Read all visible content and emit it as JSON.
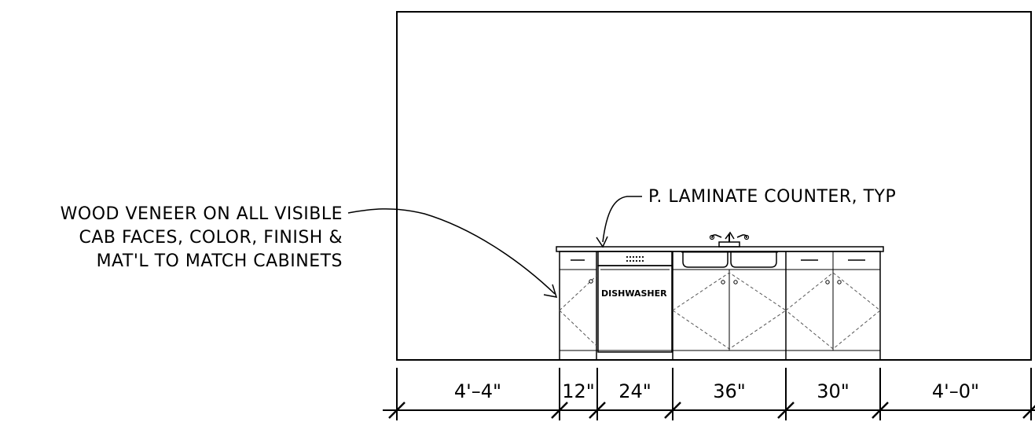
{
  "notes": {
    "veneer_line1": "WOOD VENEER ON ALL VISIBLE",
    "veneer_line2": "CAB FACES, COLOR, FINISH &",
    "veneer_line3": "MAT'L TO MATCH CABINETS",
    "counter": "P. LAMINATE COUNTER, TYP"
  },
  "appliances": {
    "dishwasher": "DISHWASHER"
  },
  "dimensions": [
    {
      "label": "4'–4\""
    },
    {
      "label": "12\""
    },
    {
      "label": "24\""
    },
    {
      "label": "36\""
    },
    {
      "label": "30\""
    },
    {
      "label": "4'–0\""
    }
  ]
}
